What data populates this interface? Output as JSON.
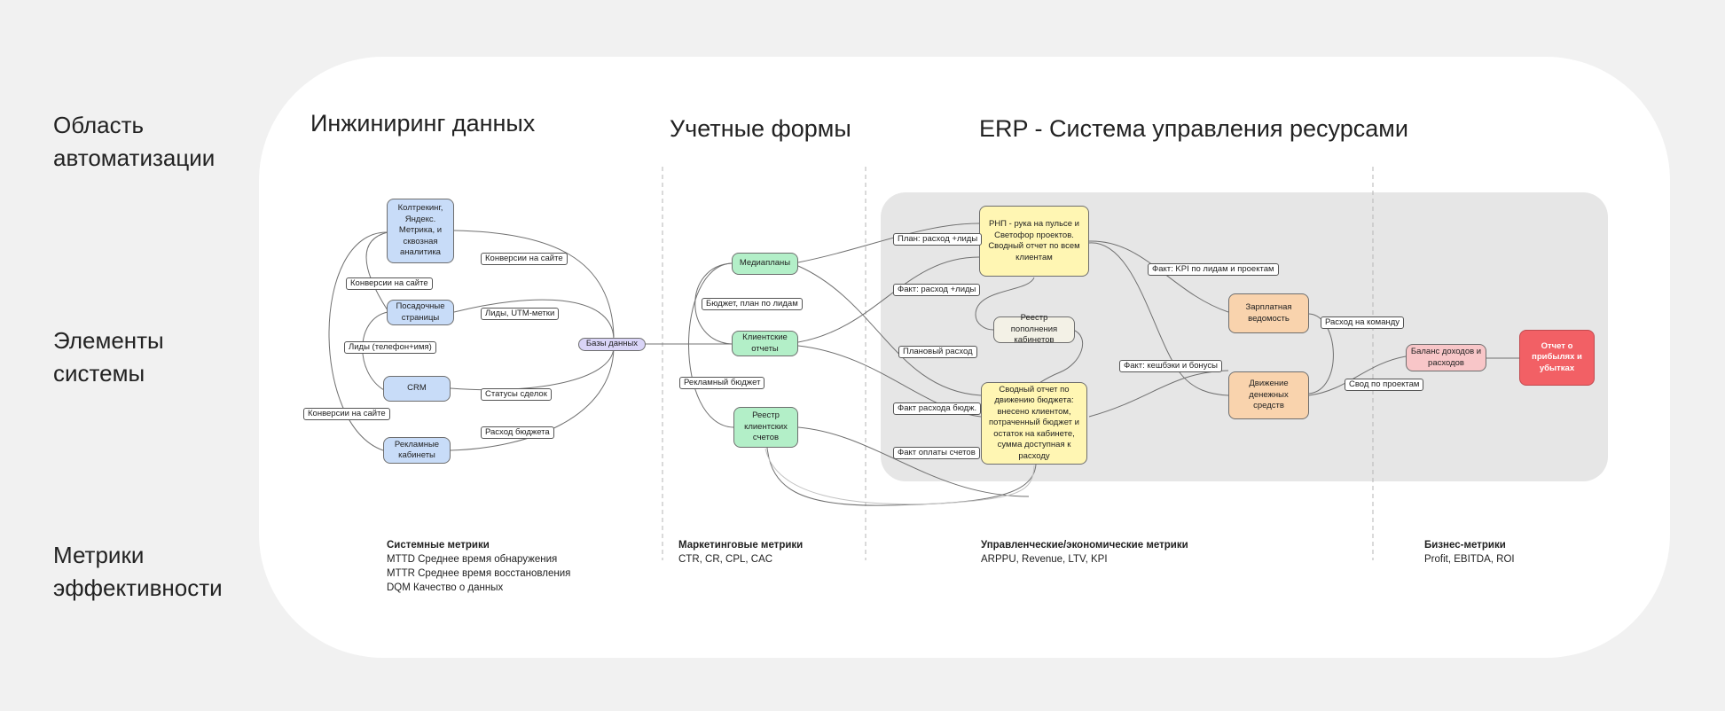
{
  "row_labels": {
    "automation": "Область\nавтоматизации",
    "elements": "Элементы\nсистемы",
    "metrics": "Метрики\nэффективности"
  },
  "sections": {
    "data_engineering": "Инжиниринг данных",
    "accounting_forms": "Учетные формы",
    "erp": "ERP - Система управления ресурсами"
  },
  "nodes": {
    "calltracking": "Колтрекинг, Яндекс. Метрика, и сквозная аналитика",
    "landing_pages": "Посадочные страницы",
    "crm": "CRM",
    "ad_accounts": "Рекламные кабинеты",
    "databases": "Базы данных",
    "mediaplans": "Медиапланы",
    "client_reports": "Клиентские отчеты",
    "client_invoices": "Реестр клиентских счетов",
    "rnp": "РНП - рука на пульсе и Светофор проектов. Сводный отчет по всем клиентам",
    "topup_registry": "Реестр пополнения кабинетов",
    "budget_summary": "Сводный отчет по движению бюджета: внесено клиентом, потраченный бюджет и остаток на кабинете, сумма доступная к расходу",
    "payroll": "Зарплатная ведомость",
    "cash_flow": "Движение денежных средств",
    "balance": "Баланс доходов и расходов",
    "pnl": "Отчет о прибылях и убытках"
  },
  "edge_labels": {
    "conv_site_right": "Конверсии на сайте",
    "conv_site_left": "Конверсии на сайте",
    "leads_utm": "Лиды, UTM-метки",
    "leads_phone": "Лиды (телефон+имя)",
    "deal_statuses": "Статусы сделок",
    "conv_site_outer": "Конверсии на сайте",
    "budget_spend": "Расход бюджета",
    "budget_plan_leads": "Бюджет, план по лидам",
    "ad_budget": "Рекламный бюджет",
    "plan_spend_leads": "План: расход +лиды",
    "fact_spend_leads": "Факт: расход +лиды",
    "planned_budget": "Плановый расход",
    "fact_budget_spend": "Факт расхода бюдж.",
    "fact_invoice_payment": "Факт оплаты счетов",
    "fact_kpi": "Факт: KPI по лидам и проектам",
    "fact_cashback": "Факт: кешбэки и бонусы",
    "team_spend": "Расход на команду",
    "project_summary": "Свод по проектам"
  },
  "metrics": {
    "system": {
      "title": "Системные метрики",
      "lines": [
        "MTTD Среднее время обнаружения",
        "MTTR Среднее время восстановления",
        "DQM Качество о данных"
      ]
    },
    "marketing": {
      "title": "Маркетинговые метрики",
      "lines": [
        "CTR, CR, CPL, CAC"
      ]
    },
    "management": {
      "title": "Управленческие/экономические метрики",
      "lines": [
        "ARPPU, Revenue, LTV, KPI"
      ]
    },
    "business": {
      "title": "Бизнес-метрики",
      "lines": [
        "Profit, EBITDA, ROI"
      ]
    }
  },
  "colors": {
    "background": "#f1f1f1",
    "board": "#ffffff",
    "erp_zone": "#e6e6e6",
    "node_blue": "#c8dcf8",
    "node_green": "#b3efc8",
    "node_purple": "#d9d4f7",
    "node_yellow": "#fff6b3",
    "node_orange": "#f9d3ad",
    "node_pink": "#f8c6c8",
    "node_red": "#f26065"
  }
}
